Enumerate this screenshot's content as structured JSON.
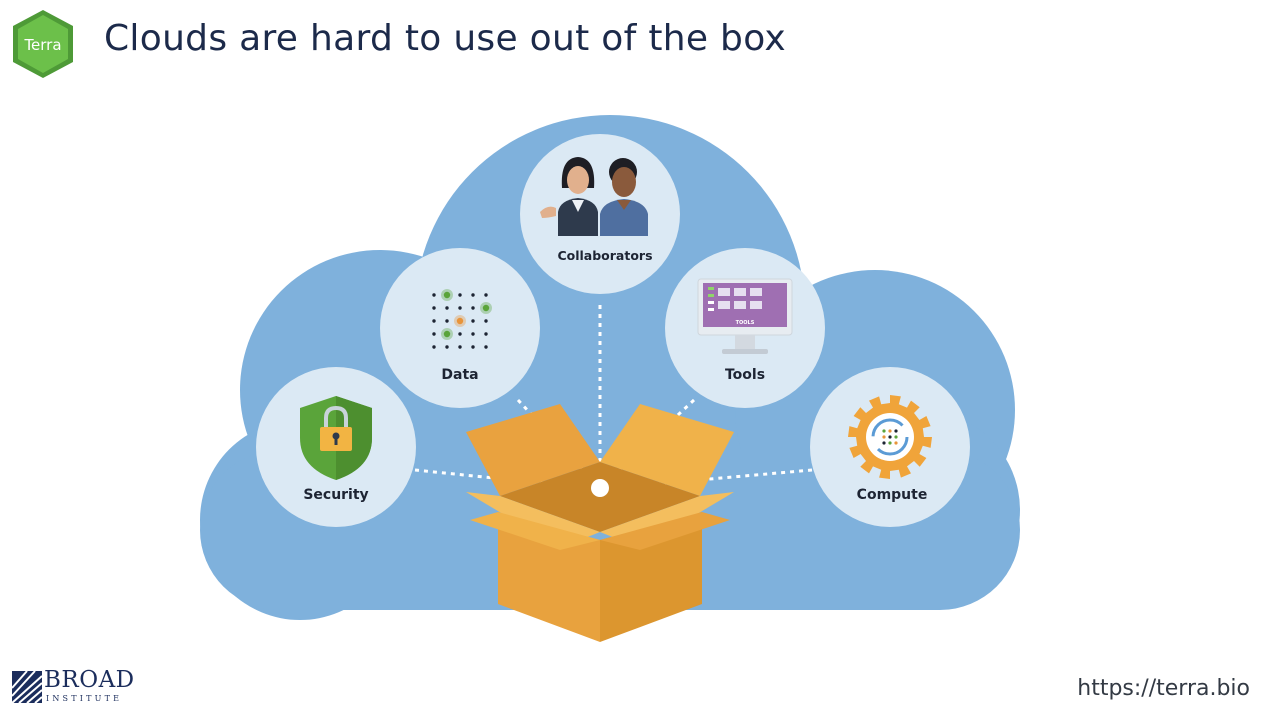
{
  "slide": {
    "title": "Clouds are hard to use out of the box",
    "logo_text": "Terra",
    "nodes": [
      {
        "label": "Collaborators"
      },
      {
        "label": "Data"
      },
      {
        "label": "Tools"
      },
      {
        "label": "Security"
      },
      {
        "label": "Compute"
      }
    ],
    "tools_screen_text": "TOOLS",
    "footer": {
      "org_name": "BROAD",
      "org_sub": "INSTITUTE",
      "url": "https://terra.bio"
    }
  },
  "colors": {
    "cloud": "#7fb1dc",
    "circle": "#dbe9f4",
    "box_light": "#f0b24a",
    "box_dark": "#d9952f",
    "terra_green": "#5cb342",
    "title": "#1c2a4a"
  }
}
